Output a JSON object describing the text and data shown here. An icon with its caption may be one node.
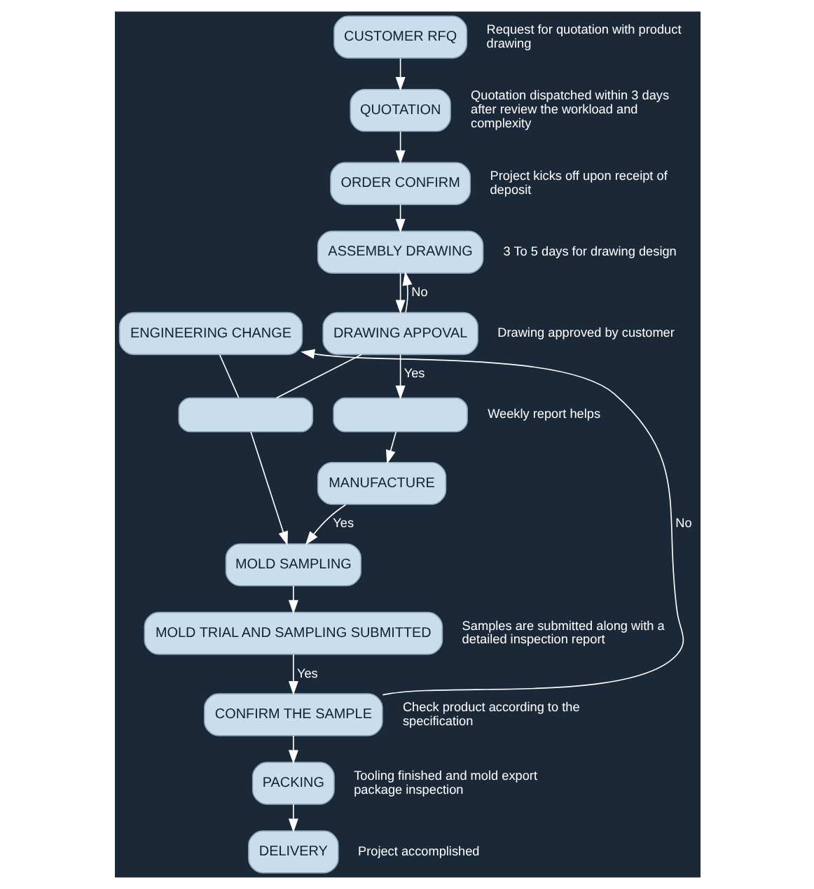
{
  "diagram": {
    "nodes": [
      {
        "text": [
          "CUSTOMER RFQ"
        ],
        "beside": [
          "Request for quotation with product drawing"
        ]
      },
      {
        "text": [
          "QUOTATION"
        ],
        "beside": [
          "Quotation dispatched within 3 days after review the workload and complexity"
        ]
      },
      {
        "text": [
          "ORDER CONFIRM"
        ],
        "beside": [
          "Project kicks off upon receipt of deposit"
        ]
      },
      {
        "text": [
          "ASSEMBLY DRAWING"
        ],
        "beside": [
          "3 To 5 days for drawing design"
        ]
      },
      {
        "text": [
          "ENGINEERING CHANGE"
        ]
      },
      {
        "text": [
          "DRAWING APPOVAL"
        ],
        "beside": [
          "Drawing approved by customer"
        ]
      },
      {
        "text": [],
        "shape": "box",
        "beside": [
          "Weekly report helps"
        ]
      },
      {
        "text": [],
        "shape": "box"
      },
      {
        "text": [
          "MANUFACTURE"
        ]
      },
      {
        "text": [
          "MOLD SAMPLING"
        ]
      },
      {
        "text": [
          "MOLD TRIAL AND SAMPLING SUBMITTED"
        ],
        "beside": [
          "Samples are submitted along with a detailed inspection report"
        ]
      },
      {
        "text": [
          "CONFIRM THE SAMPLE"
        ],
        "beside": [
          "Check product according to the specification"
        ]
      },
      {
        "text": [
          "PACKING"
        ],
        "beside": [
          "Tooling finished and mold export package inspection"
        ]
      },
      {
        "text": [
          "DELIVERY"
        ],
        "beside": [
          "Project accomplished"
        ]
      }
    ],
    "edges": [
      {
        "from": 0,
        "to": 1,
        "arrow": "to"
      },
      {
        "from": 1,
        "to": 2,
        "arrow": "to"
      },
      {
        "from": 2,
        "to": 3,
        "arrow": "to"
      },
      {
        "from": 3,
        "to": 5,
        "arrow": "to"
      },
      {
        "from": 5,
        "to": 3,
        "arrow": "to",
        "label": "No"
      },
      {
        "from": 5,
        "to": 6,
        "arrow": "to",
        "label": "Yes"
      },
      {
        "from": 5,
        "to": 7,
        "arrow": "none"
      },
      {
        "from": 4,
        "to": 7,
        "arrow": "none"
      },
      {
        "from": 6,
        "to": 8,
        "arrow": "to"
      },
      {
        "from": 8,
        "to": 9,
        "arrow": "to",
        "label": "Yes"
      },
      {
        "from": 7,
        "to": 9,
        "arrow": "to"
      },
      {
        "from": 9,
        "to": 10,
        "arrow": "to"
      },
      {
        "from": 10,
        "to": 11,
        "arrow": "to",
        "label": "Yes"
      },
      {
        "from": 11,
        "to": 4,
        "arrow": "to",
        "label": "No"
      },
      {
        "from": 11,
        "to": 12,
        "arrow": "to"
      },
      {
        "from": 12,
        "to": 13,
        "arrow": "to"
      }
    ]
  }
}
